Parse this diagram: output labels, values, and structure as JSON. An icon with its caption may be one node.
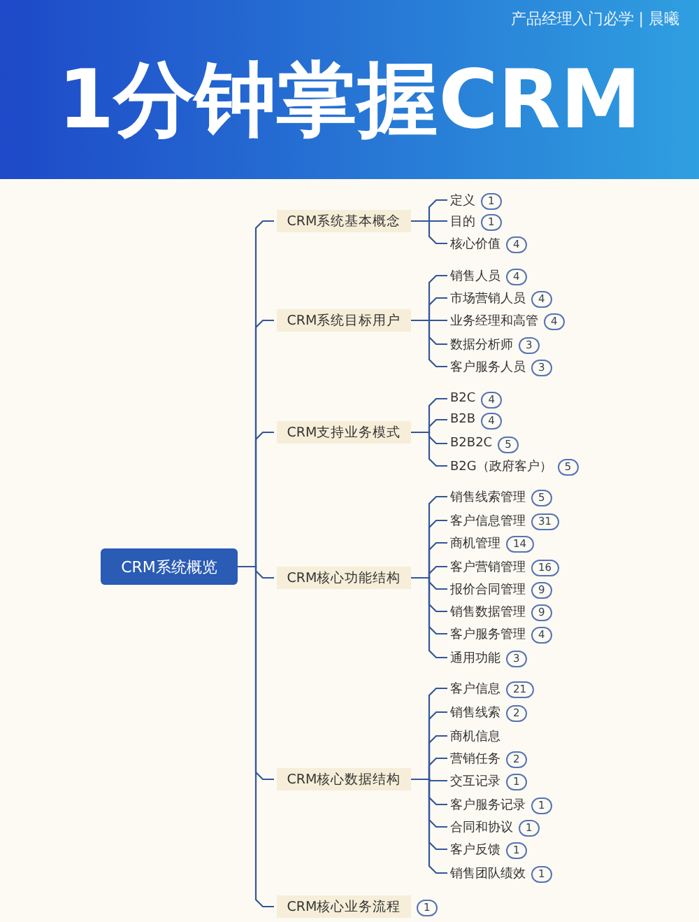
{
  "diagram": {
    "title": "1分钟掌握CRM",
    "nodes": [
      {
        "text": [
          "CRM系统概览"
        ]
      },
      {
        "text": [
          "CRM系统基本概念"
        ]
      },
      {
        "text": [
          "定义"
        ],
        "beside": [
          "1"
        ]
      },
      {
        "text": [
          "目的"
        ],
        "beside": [
          "1"
        ]
      },
      {
        "text": [
          "核心价值"
        ],
        "beside": [
          "4"
        ]
      },
      {
        "text": [
          "CRM系统目标用户"
        ]
      },
      {
        "text": [
          "销售人员"
        ],
        "beside": [
          "4"
        ]
      },
      {
        "text": [
          "市场营销人员"
        ],
        "beside": [
          "4"
        ]
      },
      {
        "text": [
          "业务经理和高管"
        ],
        "beside": [
          "4"
        ]
      },
      {
        "text": [
          "数据分析师"
        ],
        "beside": [
          "3"
        ]
      },
      {
        "text": [
          "客户服务人员"
        ],
        "beside": [
          "3"
        ]
      },
      {
        "text": [
          "CRM支持业务模式"
        ]
      },
      {
        "text": [
          "B2C"
        ],
        "beside": [
          "4"
        ]
      },
      {
        "text": [
          "B2B"
        ],
        "beside": [
          "4"
        ]
      },
      {
        "text": [
          "B2B2C"
        ],
        "beside": [
          "5"
        ]
      },
      {
        "text": [
          "B2G（政府客户）"
        ],
        "beside": [
          "5"
        ]
      },
      {
        "text": [
          "CRM核心功能结构"
        ]
      },
      {
        "text": [
          "销售线索管理"
        ],
        "beside": [
          "5"
        ]
      },
      {
        "text": [
          "客户信息管理"
        ],
        "beside": [
          "31"
        ]
      },
      {
        "text": [
          "商机管理"
        ],
        "beside": [
          "14"
        ]
      },
      {
        "text": [
          "客户营销管理"
        ],
        "beside": [
          "16"
        ]
      },
      {
        "text": [
          "报价合同管理"
        ],
        "beside": [
          "9"
        ]
      },
      {
        "text": [
          "销售数据管理"
        ],
        "beside": [
          "9"
        ]
      },
      {
        "text": [
          "客户服务管理"
        ],
        "beside": [
          "4"
        ]
      },
      {
        "text": [
          "通用功能"
        ],
        "beside": [
          "3"
        ]
      },
      {
        "text": [
          "CRM核心数据结构"
        ]
      },
      {
        "text": [
          "客户信息"
        ],
        "beside": [
          "21"
        ]
      },
      {
        "text": [
          "销售线索"
        ],
        "beside": [
          "2"
        ]
      },
      {
        "text": [
          "商机信息"
        ]
      },
      {
        "text": [
          "营销任务"
        ],
        "beside": [
          "2"
        ]
      },
      {
        "text": [
          "交互记录"
        ],
        "beside": [
          "1"
        ]
      },
      {
        "text": [
          "客户服务记录"
        ],
        "beside": [
          "1"
        ]
      },
      {
        "text": [
          "合同和协议"
        ],
        "beside": [
          "1"
        ]
      },
      {
        "text": [
          "客户反馈"
        ],
        "beside": [
          "1"
        ]
      },
      {
        "text": [
          "销售团队绩效"
        ],
        "beside": [
          "1"
        ]
      },
      {
        "text": [
          "CRM核心业务流程"
        ],
        "beside": [
          "1"
        ]
      }
    ],
    "edges": [
      {
        "from": 0,
        "to": 1,
        "arrow": "none"
      },
      {
        "from": 1,
        "to": 2,
        "arrow": "none"
      },
      {
        "from": 1,
        "to": 3,
        "arrow": "none"
      },
      {
        "from": 1,
        "to": 4,
        "arrow": "none"
      },
      {
        "from": 0,
        "to": 5,
        "arrow": "none"
      },
      {
        "from": 5,
        "to": 6,
        "arrow": "none"
      },
      {
        "from": 5,
        "to": 7,
        "arrow": "none"
      },
      {
        "from": 5,
        "to": 8,
        "arrow": "none"
      },
      {
        "from": 5,
        "to": 9,
        "arrow": "none"
      },
      {
        "from": 5,
        "to": 10,
        "arrow": "none"
      },
      {
        "from": 0,
        "to": 11,
        "arrow": "none"
      },
      {
        "from": 11,
        "to": 12,
        "arrow": "none"
      },
      {
        "from": 11,
        "to": 13,
        "arrow": "none"
      },
      {
        "from": 11,
        "to": 14,
        "arrow": "none"
      },
      {
        "from": 11,
        "to": 15,
        "arrow": "none"
      },
      {
        "from": 0,
        "to": 16,
        "arrow": "none"
      },
      {
        "from": 16,
        "to": 17,
        "arrow": "none"
      },
      {
        "from": 16,
        "to": 18,
        "arrow": "none"
      },
      {
        "from": 16,
        "to": 19,
        "arrow": "none"
      },
      {
        "from": 16,
        "to": 20,
        "arrow": "none"
      },
      {
        "from": 16,
        "to": 21,
        "arrow": "none"
      },
      {
        "from": 16,
        "to": 22,
        "arrow": "none"
      },
      {
        "from": 16,
        "to": 23,
        "arrow": "none"
      },
      {
        "from": 16,
        "to": 24,
        "arrow": "none"
      },
      {
        "from": 0,
        "to": 25,
        "arrow": "none"
      },
      {
        "from": 25,
        "to": 26,
        "arrow": "none"
      },
      {
        "from": 25,
        "to": 27,
        "arrow": "none"
      },
      {
        "from": 25,
        "to": 28,
        "arrow": "none"
      },
      {
        "from": 25,
        "to": 29,
        "arrow": "none"
      },
      {
        "from": 25,
        "to": 30,
        "arrow": "none"
      },
      {
        "from": 25,
        "to": 31,
        "arrow": "none"
      },
      {
        "from": 25,
        "to": 32,
        "arrow": "none"
      },
      {
        "from": 25,
        "to": 33,
        "arrow": "none"
      },
      {
        "from": 25,
        "to": 34,
        "arrow": "none"
      },
      {
        "from": 0,
        "to": 35,
        "arrow": "none"
      }
    ],
    "labels": [
      "产品经理入门必学 | 晨曦"
    ]
  }
}
